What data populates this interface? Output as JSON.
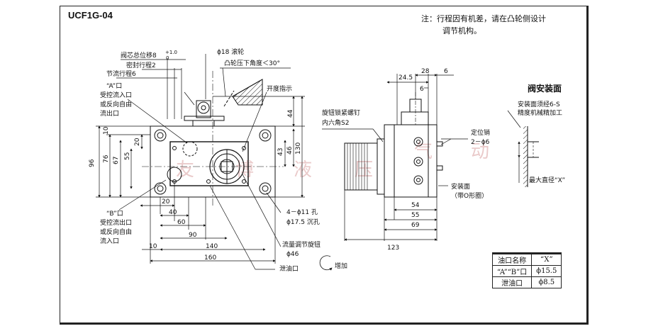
{
  "model": "UCF1G-04",
  "note": [
    "注：行程因有机差，请在凸轮侧设计",
    "调节机构。"
  ],
  "front_view": {
    "labels": {
      "total_travel": "阀芯总位移8",
      "total_travel_tol": "+1.0",
      "total_travel_tol_low": "0",
      "seal_travel": "密封行程2",
      "throttle_travel": "节流行程6",
      "roller": "ϕ18 滚轮",
      "cam_angle": "凸轮压下角度＜30°",
      "opening_indicator": "开度指示",
      "port_a": "“A”口",
      "port_a_desc": [
        "受控流入口",
        "或反向自由",
        "流出口"
      ],
      "port_b": "“B”口",
      "port_b_desc": [
        "受控流出口",
        "或反向自由",
        "流入口"
      ],
      "mount_holes": "4－ϕ11 孔",
      "counterbore": "ϕ17.5 沉孔",
      "flow_knob": "流量调节旋钮",
      "knob_dia": "ϕ46",
      "drain": "泄油口",
      "increase": "增加"
    },
    "dims": {
      "d96": "96",
      "d76": "76",
      "d67": "67",
      "d55": "55",
      "d20v": "20",
      "d10v": "10",
      "d44": "44",
      "d43": "43",
      "d46": "46",
      "d130": "130",
      "d20h": "20",
      "d40": "40",
      "d60": "60",
      "d90": "90",
      "d140": "140",
      "d10h": "10",
      "d160": "160"
    }
  },
  "side_view": {
    "labels": {
      "lock_screw": "旋钮锁紧螺钉",
      "hex": "内六角S2",
      "locating_pin": "定位销",
      "pin_dia": "2－ϕ6",
      "mount_face": "安装面",
      "oring": "（带O形圈）"
    },
    "dims": {
      "d24_5": "24.5",
      "d28": "28",
      "d6a": "6",
      "d6b": "6",
      "d54": "54",
      "d55": "55",
      "d69": "69",
      "d123": "123"
    }
  },
  "mount_face": {
    "title": "阀安装面",
    "spec1": "安装面须经6-S",
    "spec2": "精度机械精加工",
    "max_dia": "最大直径“X”"
  },
  "watermark": [
    "友",
    "博",
    "液",
    "压",
    "气",
    "动"
  ],
  "port_table": {
    "header": [
      "油口名称",
      "“X”"
    ],
    "rows": [
      [
        "“A”“B”口",
        "ϕ15.5"
      ],
      [
        "泄油口",
        "ϕ8.5"
      ]
    ]
  }
}
